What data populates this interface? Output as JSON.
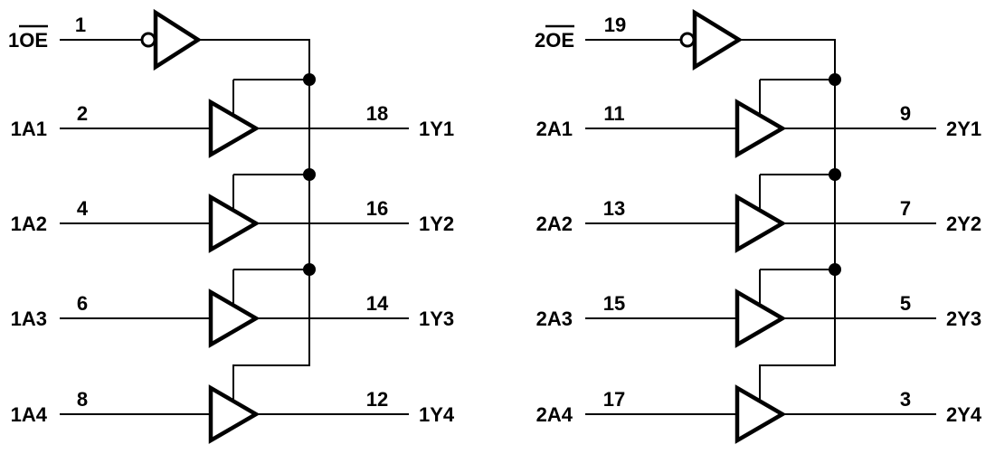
{
  "diagram": {
    "type": "logic-diagram",
    "description": "Dual 4-bit buffer/line-driver logic diagram with active-low output enables",
    "background_color": "#ffffff",
    "line_color": "#000000",
    "channels": [
      {
        "name": "channel-1",
        "oe": {
          "label": "1OE",
          "overline": true,
          "pin": "1"
        },
        "rows": [
          {
            "input_label": "1A1",
            "input_pin": "2",
            "output_pin": "18",
            "output_label": "1Y1"
          },
          {
            "input_label": "1A2",
            "input_pin": "4",
            "output_pin": "16",
            "output_label": "1Y2"
          },
          {
            "input_label": "1A3",
            "input_pin": "6",
            "output_pin": "14",
            "output_label": "1Y3"
          },
          {
            "input_label": "1A4",
            "input_pin": "8",
            "output_pin": "12",
            "output_label": "1Y4"
          }
        ]
      },
      {
        "name": "channel-2",
        "oe": {
          "label": "2OE",
          "overline": true,
          "pin": "19"
        },
        "rows": [
          {
            "input_label": "2A1",
            "input_pin": "11",
            "output_pin": "9",
            "output_label": "2Y1"
          },
          {
            "input_label": "2A2",
            "input_pin": "13",
            "output_pin": "7",
            "output_label": "2Y2"
          },
          {
            "input_label": "2A3",
            "input_pin": "15",
            "output_pin": "5",
            "output_label": "2Y3"
          },
          {
            "input_label": "2A4",
            "input_pin": "17",
            "output_pin": "3",
            "output_label": "2Y4"
          }
        ]
      }
    ]
  }
}
